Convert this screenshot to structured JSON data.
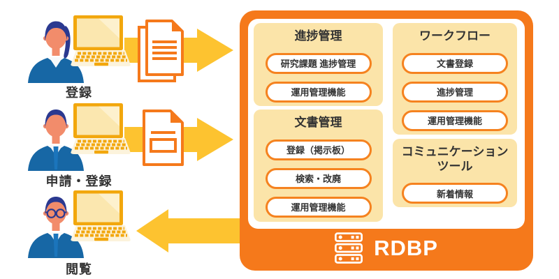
{
  "colors": {
    "accent_orange": "#F5791B",
    "pill_border_orange": "#F5821F",
    "panel_cream": "#FBE4A9",
    "arrow_gold": "#FDC330",
    "laptop_gold": "#F2A70D",
    "suit_blue": "#1767A5",
    "hair_navy": "#2B3990",
    "skin": "#F28C6B",
    "text_dark": "#333333",
    "white": "#FFFFFF"
  },
  "actors": [
    {
      "label": "登録",
      "icon": "person-woman-laptop-icon"
    },
    {
      "label": "申請・登録",
      "icon": "person-man-laptop-icon"
    },
    {
      "label": "閲覧",
      "icon": "person-man-glasses-laptop-icon"
    }
  ],
  "flows": [
    {
      "direction": "right",
      "document_icon": "document-stack-icon"
    },
    {
      "direction": "right",
      "document_icon": "document-form-icon"
    },
    {
      "direction": "left",
      "document_icon": null
    }
  ],
  "platform": {
    "name": "RDBP",
    "server_icon": "server-stack-icon",
    "panels": [
      {
        "title": "進捗管理",
        "items": [
          "研究課題 進捗管理",
          "運用管理機能"
        ]
      },
      {
        "title": "文書管理",
        "items": [
          "登録（掲示板）",
          "検索・改廃",
          "運用管理機能"
        ]
      },
      {
        "title": "ワークフロー",
        "items": [
          "文書登録",
          "進捗管理",
          "運用管理機能"
        ]
      },
      {
        "title": "コミュニケーションツール",
        "items": [
          "新着情報"
        ]
      }
    ]
  }
}
